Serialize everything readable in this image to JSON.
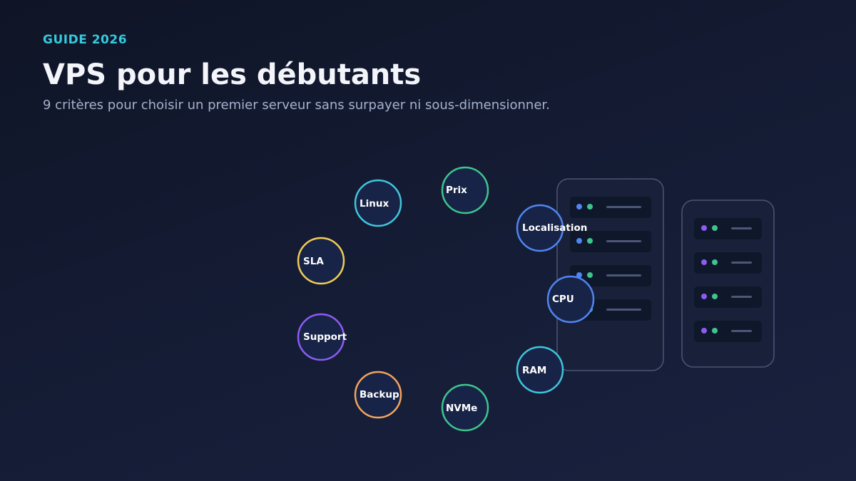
{
  "header": {
    "eyebrow": "GUIDE 2026",
    "title": "VPS pour les débutants",
    "subtitle": "9 critères pour choisir un premier serveur sans surpayer ni sous-dimensionner."
  },
  "criteria": [
    {
      "label": "Linux",
      "color": "#3fc6dc"
    },
    {
      "label": "Prix",
      "color": "#3ec58f"
    },
    {
      "label": "Localisation",
      "color": "#4f86f2"
    },
    {
      "label": "SLA",
      "color": "#f2cc55"
    },
    {
      "label": "CPU",
      "color": "#4f86f2"
    },
    {
      "label": "Support",
      "color": "#8c5cf2"
    },
    {
      "label": "RAM",
      "color": "#3fc6dc"
    },
    {
      "label": "Backup",
      "color": "#f4a35a"
    },
    {
      "label": "NVMe",
      "color": "#3ec58f"
    }
  ],
  "colors": {
    "node_fill": "#172447",
    "rack_border": "#4a5576",
    "rack_fill": "#182139",
    "slot_fill": "#0f172b",
    "led_blue": "#4f86f2",
    "led_green": "#3ec58f",
    "led_purple": "#8c5cf2"
  }
}
